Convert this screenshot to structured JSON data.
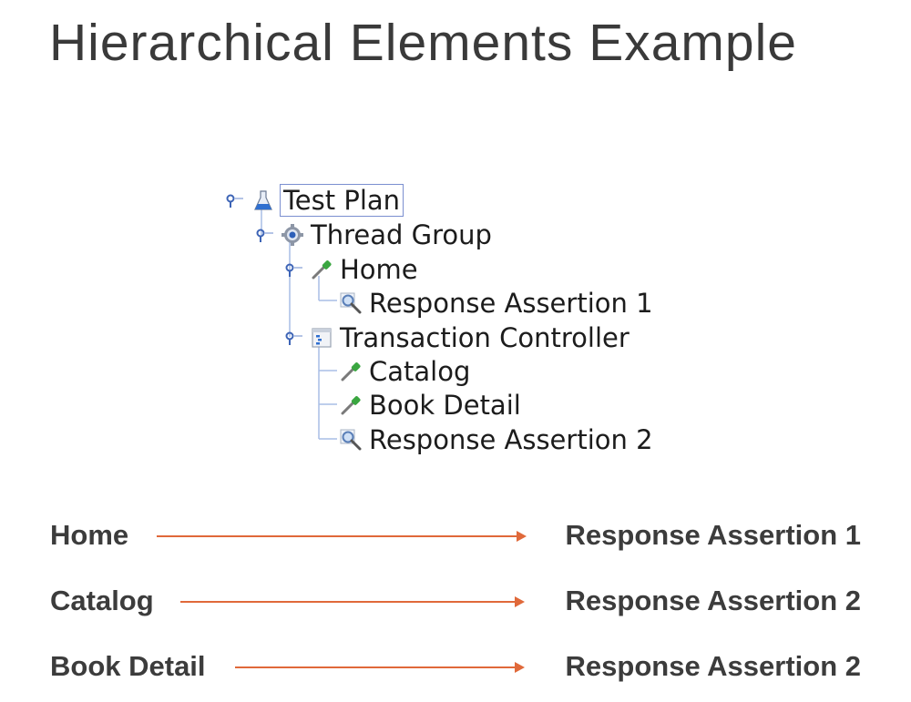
{
  "title": "Hierarchical Elements Example",
  "tree": {
    "test_plan": "Test Plan",
    "thread_group": "Thread Group",
    "home": "Home",
    "response_assertion_1": "Response Assertion 1",
    "transaction_controller": "Transaction Controller",
    "catalog": "Catalog",
    "book_detail": "Book Detail",
    "response_assertion_2": "Response Assertion 2"
  },
  "mappings": [
    {
      "from": "Home",
      "to": "Response Assertion 1"
    },
    {
      "from": "Catalog",
      "to": "Response Assertion 2"
    },
    {
      "from": "Book Detail",
      "to": "Response Assertion 2"
    }
  ],
  "colors": {
    "arrow": "#e0693a",
    "tree_line": "#8fa6d8",
    "selection_border": "#7b8fd0",
    "title_text": "#3a3a3a"
  }
}
